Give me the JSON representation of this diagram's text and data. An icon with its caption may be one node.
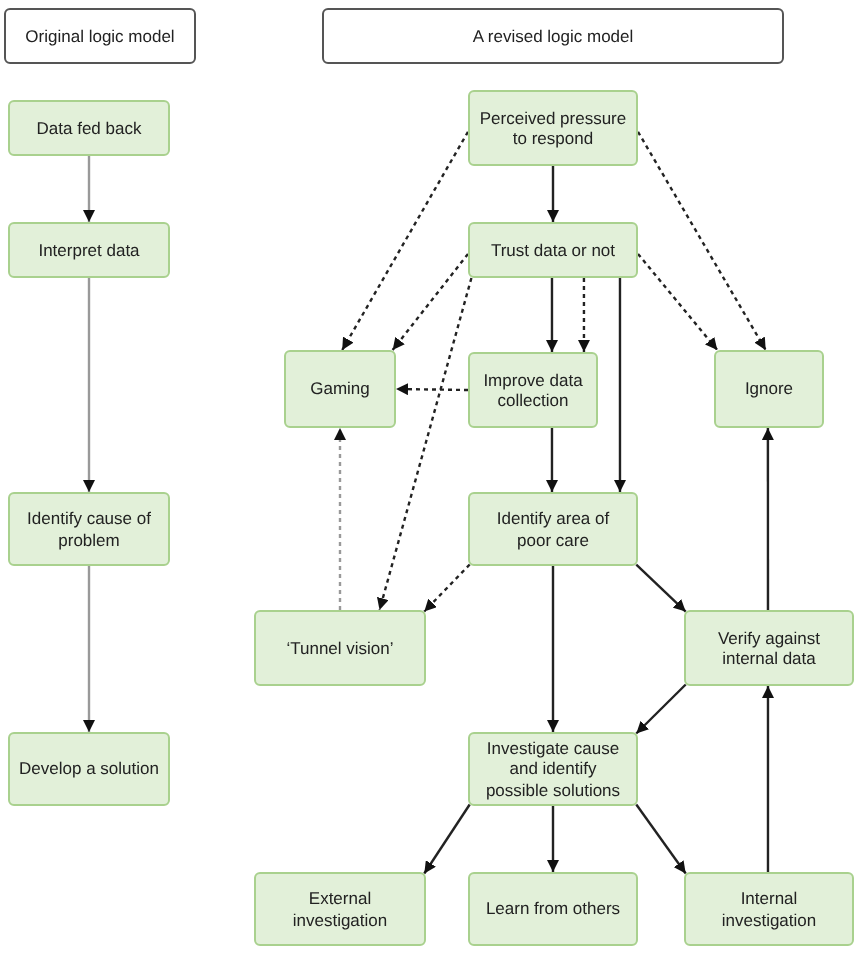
{
  "diagram": {
    "nodes": [
      {
        "text": [
          "Original logic model"
        ]
      },
      {
        "text": [
          "A revised logic model"
        ]
      },
      {
        "text": [
          "Data fed back"
        ]
      },
      {
        "text": [
          "Perceived pressure to respond"
        ]
      },
      {
        "text": [
          "Interpret data"
        ]
      },
      {
        "text": [
          "Trust data or not"
        ]
      },
      {
        "text": [
          "Gaming"
        ]
      },
      {
        "text": [
          "Improve data collection"
        ]
      },
      {
        "text": [
          "Ignore"
        ]
      },
      {
        "text": [
          "Identify cause of problem"
        ]
      },
      {
        "text": [
          "Identify area of poor care"
        ]
      },
      {
        "text": [
          "‘Tunnel vision’"
        ]
      },
      {
        "text": [
          "Verify against internal data"
        ]
      },
      {
        "text": [
          "Develop a solution"
        ]
      },
      {
        "text": [
          "Investigate cause and identify possible solutions"
        ]
      },
      {
        "text": [
          "External investigation"
        ]
      },
      {
        "text": [
          "Learn from others"
        ]
      },
      {
        "text": [
          "Internal investigation"
        ]
      }
    ],
    "edges": [
      {
        "from": 2,
        "to": 4,
        "arrow": "to",
        "color": "#999999"
      },
      {
        "from": 4,
        "to": 9,
        "arrow": "to",
        "color": "#999999"
      },
      {
        "from": 9,
        "to": 13,
        "arrow": "to",
        "color": "#999999"
      },
      {
        "from": 3,
        "to": 5,
        "arrow": "to"
      },
      {
        "from": 3,
        "to": 6,
        "arrow": "to",
        "style": "dashed"
      },
      {
        "from": 3,
        "to": 8,
        "arrow": "to",
        "style": "dashed"
      },
      {
        "from": 5,
        "to": 6,
        "arrow": "to",
        "style": "dashed"
      },
      {
        "from": 5,
        "to": 8,
        "arrow": "to",
        "style": "dashed"
      },
      {
        "from": 5,
        "to": 7,
        "arrow": "to"
      },
      {
        "from": 5,
        "to": 7,
        "arrow": "to",
        "style": "dashed"
      },
      {
        "from": 5,
        "to": 10,
        "arrow": "to"
      },
      {
        "from": 5,
        "to": 11,
        "arrow": "to",
        "style": "dashed"
      },
      {
        "from": 7,
        "to": 6,
        "arrow": "to",
        "style": "dashed"
      },
      {
        "from": 7,
        "to": 10,
        "arrow": "to"
      },
      {
        "from": 11,
        "to": 6,
        "arrow": "to",
        "style": "dashed",
        "color": "#999999"
      },
      {
        "from": 10,
        "to": 11,
        "arrow": "to",
        "style": "dashed"
      },
      {
        "from": 10,
        "to": 12,
        "arrow": "to"
      },
      {
        "from": 10,
        "to": 14,
        "arrow": "to"
      },
      {
        "from": 12,
        "to": 8,
        "arrow": "to"
      },
      {
        "from": 12,
        "to": 14,
        "arrow": "to"
      },
      {
        "from": 14,
        "to": 15,
        "arrow": "to"
      },
      {
        "from": 14,
        "to": 16,
        "arrow": "to"
      },
      {
        "from": 14,
        "to": 17,
        "arrow": "to"
      },
      {
        "from": 17,
        "to": 12,
        "arrow": "to"
      }
    ]
  }
}
